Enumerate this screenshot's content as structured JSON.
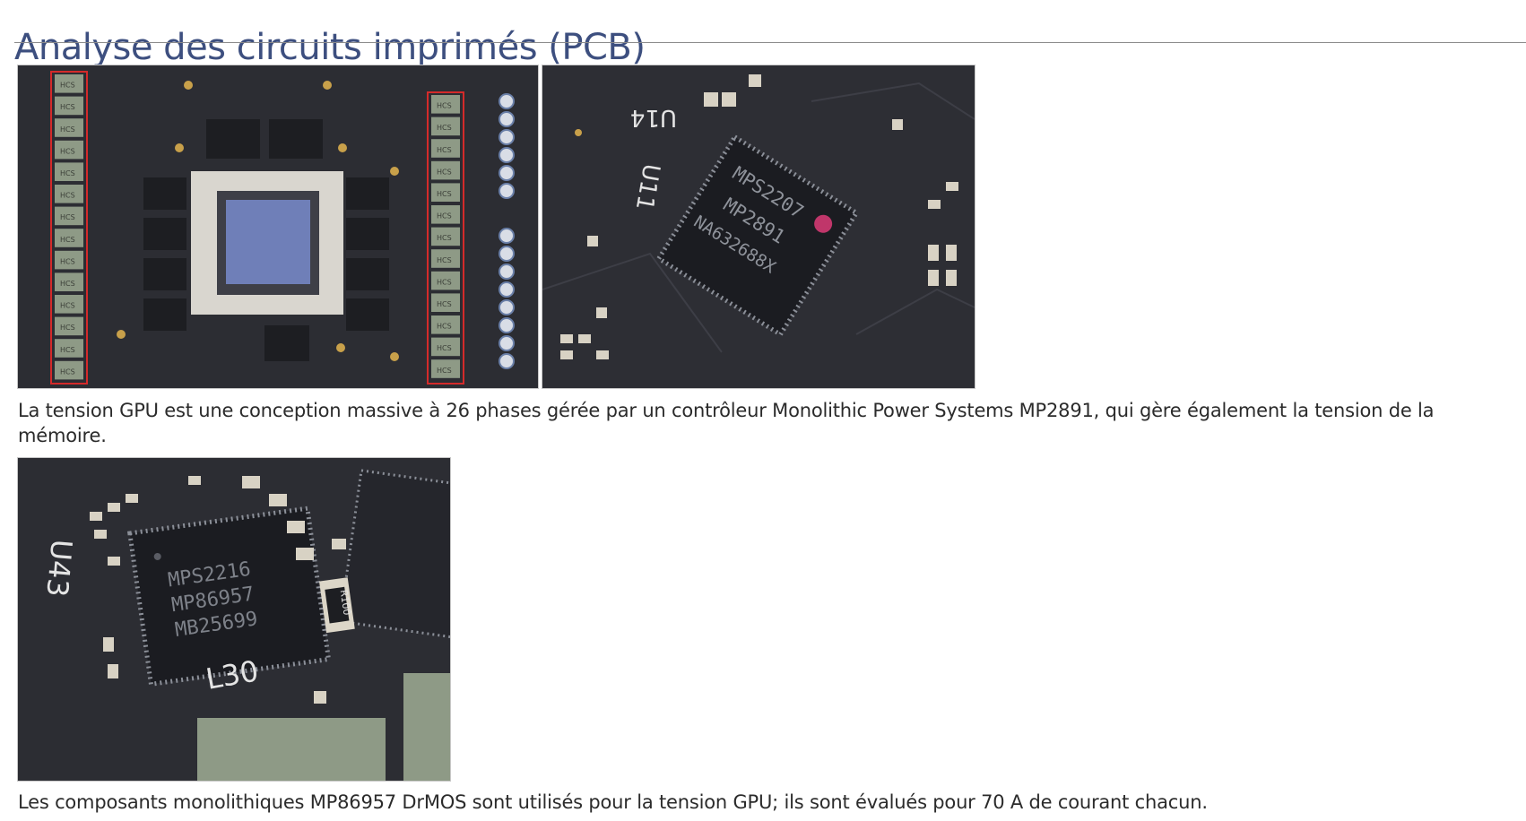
{
  "page": {
    "title": "Analyse des circuits imprimés (PCB)"
  },
  "figures": [
    {
      "caption": "La tension GPU est une conception massive à 26 phases gérée par un contrôleur Monolithic Power Systems MP2891, qui gère également la tension de la mémoire.",
      "images": [
        {
          "name": "pcb-overview",
          "labels": {
            "phase_tag": "HCS"
          }
        },
        {
          "name": "controller-closeup",
          "labels": {
            "ref_a": "U14",
            "ref_b": "U11",
            "chip_line1": "MPS2207",
            "chip_line2": "MP2891",
            "chip_line3": "NA632688X"
          }
        }
      ]
    },
    {
      "caption": "Les composants monolithiques MP86957 DrMOS sont utilisés pour la tension GPU; ils sont évalués pour 70 A de courant chacun.",
      "images": [
        {
          "name": "drmos-closeup",
          "labels": {
            "ref_a": "U43",
            "ref_b": "L30",
            "chip_line1": "MPS2216",
            "chip_line2": "MP86957",
            "chip_line3": "MB25699",
            "resistor": "R100"
          }
        }
      ]
    }
  ],
  "colors": {
    "title": "#3d4f7f",
    "pcb": "#2a2b30",
    "phase_highlight": "#d42a2a",
    "inductor": "#8e9a86"
  }
}
